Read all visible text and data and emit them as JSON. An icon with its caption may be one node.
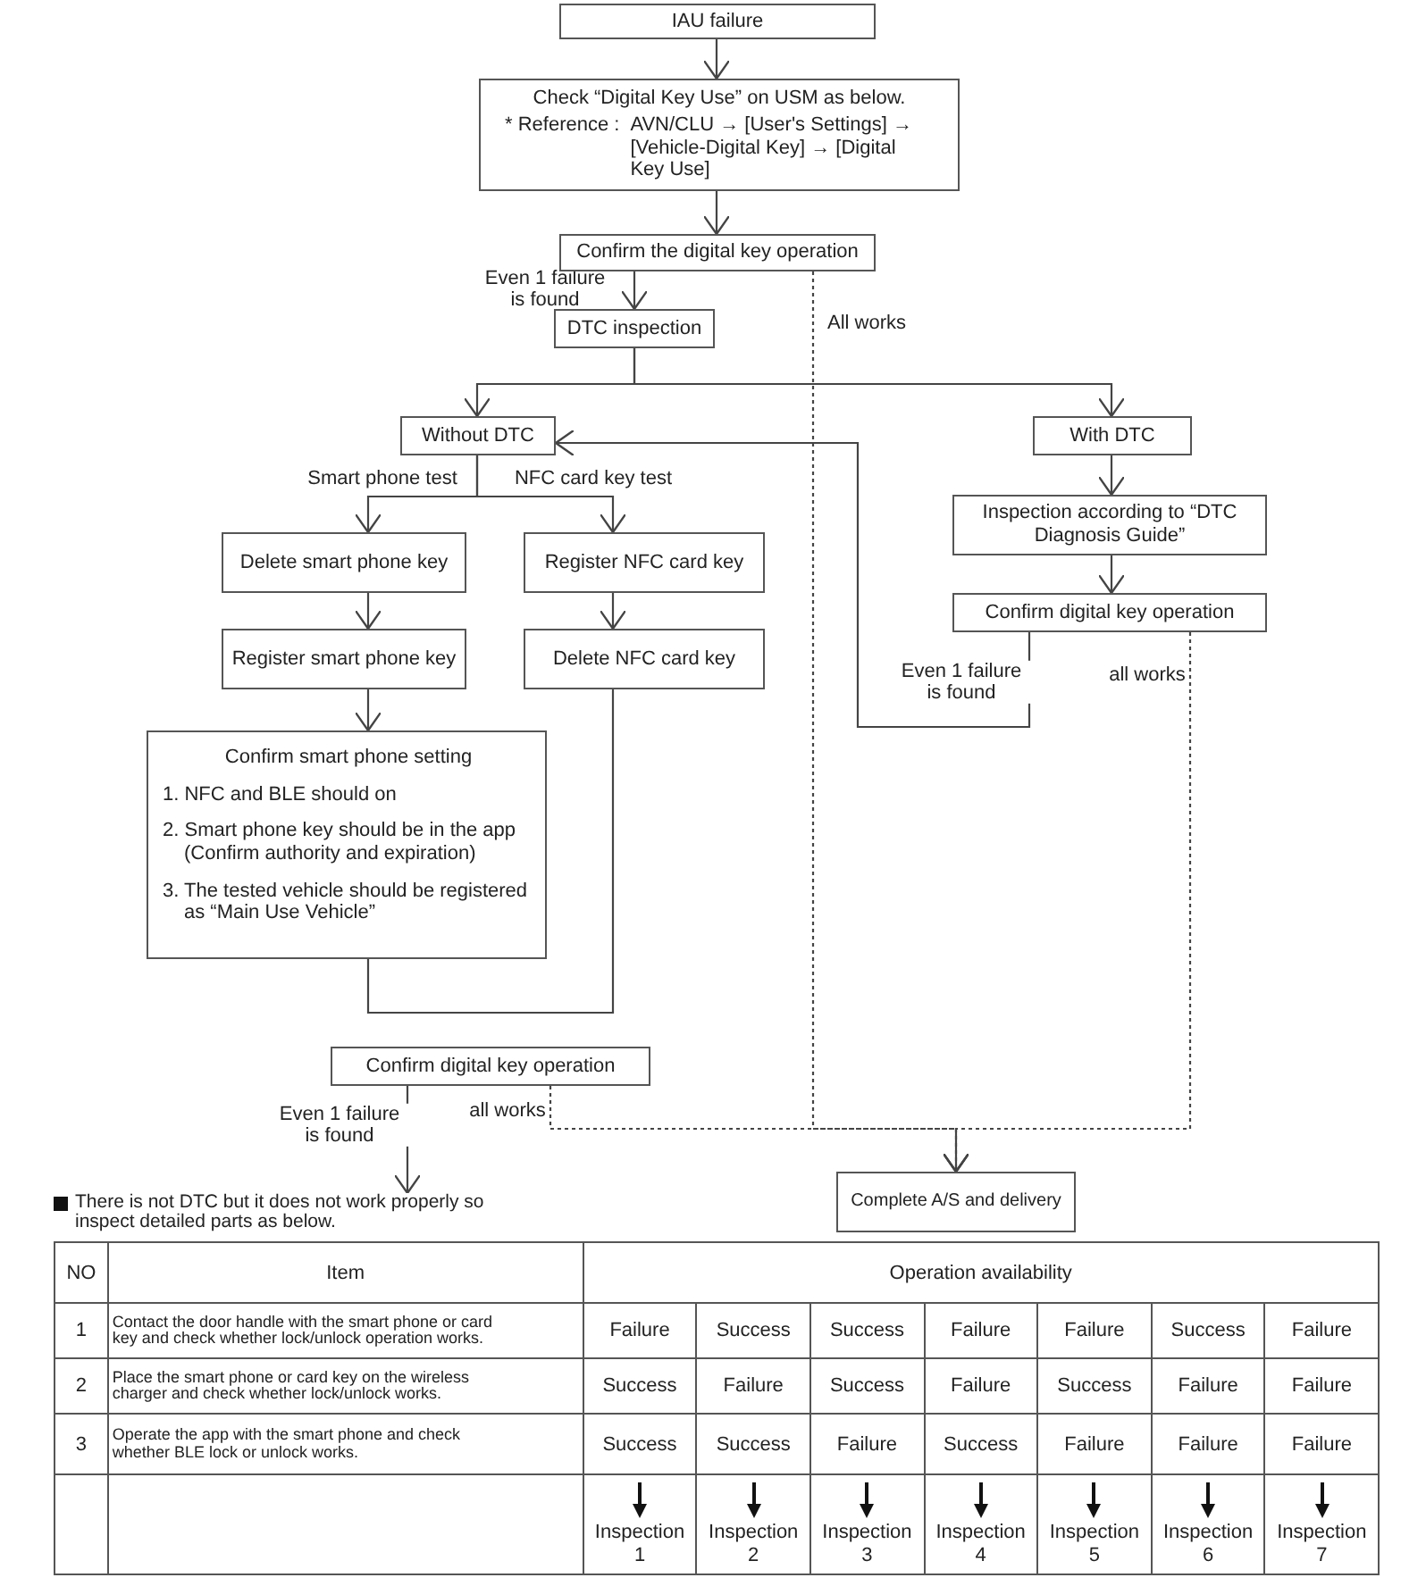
{
  "diagram": {
    "nodes": [
      {
        "text": [
          "IAU failure"
        ]
      },
      {
        "text": [
          "Check “Digital Key Use” on USM as below.",
          "* Reference :",
          "AVN/CLU → [User's Settings] → [Vehicle-Digital Key] → [Digital Key Use]"
        ]
      },
      {
        "text": [
          "Confirm the digital key operation"
        ]
      },
      {
        "text": [
          "DTC inspection"
        ]
      },
      {
        "text": [
          "Without DTC"
        ]
      },
      {
        "text": [
          "With DTC"
        ]
      },
      {
        "text": [
          "Delete smart phone key"
        ]
      },
      {
        "text": [
          "Register NFC card key"
        ]
      },
      {
        "text": [
          "Inspection according to “DTC Diagnosis Guide”"
        ]
      },
      {
        "text": [
          "Confirm digital key operation"
        ]
      },
      {
        "text": [
          "Register smart phone key"
        ]
      },
      {
        "text": [
          "Delete NFC card key"
        ]
      },
      {
        "text": [
          "Confirm smart phone setting",
          "1. NFC and BLE should on",
          "2. Smart phone key should be in the app (Confirm authority and expiration)",
          "3. The tested vehicle should be registered as “Main Use Vehicle”"
        ]
      },
      {
        "text": [
          "Confirm digital key operation"
        ]
      },
      {
        "text": [
          "There is not DTC but it does not work properly so inspect detailed parts as below."
        ]
      },
      {
        "text": [
          "Complete A/S and delivery"
        ]
      }
    ],
    "edges": [
      {
        "from": 0,
        "to": 1,
        "arrow": "to"
      },
      {
        "from": 1,
        "to": 2,
        "arrow": "to"
      },
      {
        "from": 2,
        "to": 3,
        "arrow": "to",
        "label": "Even 1 failure is found"
      },
      {
        "from": 2,
        "to": 15,
        "arrow": "to",
        "label": "All works",
        "style": "dashed"
      },
      {
        "from": 3,
        "to": 4,
        "arrow": "to"
      },
      {
        "from": 3,
        "to": 5,
        "arrow": "to"
      },
      {
        "from": 4,
        "to": 6,
        "arrow": "to",
        "label": "Smart phone test"
      },
      {
        "from": 4,
        "to": 7,
        "arrow": "to",
        "label": "NFC card key test"
      },
      {
        "from": 5,
        "to": 8,
        "arrow": "to"
      },
      {
        "from": 8,
        "to": 9,
        "arrow": "to"
      },
      {
        "from": 9,
        "to": 4,
        "arrow": "to",
        "label": "Even 1 failure is found"
      },
      {
        "from": 6,
        "to": 10,
        "arrow": "to"
      },
      {
        "from": 7,
        "to": 11,
        "arrow": "to"
      },
      {
        "from": 10,
        "to": 12,
        "arrow": "to"
      },
      {
        "from": 12,
        "to": 11,
        "arrow": "none"
      },
      {
        "from": 13,
        "to": 14,
        "arrow": "to",
        "label": "Even 1 failure is found"
      },
      {
        "from": 13,
        "to": 15,
        "arrow": "to",
        "label": "all works",
        "style": "dashed"
      },
      {
        "from": 9,
        "to": 15,
        "arrow": "to",
        "label": "all works",
        "style": "dashed"
      }
    ],
    "labels": [
      "NO",
      "Item",
      "Operation availability",
      "1",
      "Contact the door handle with the smart phone or card key and check whether lock/unlock operation works.",
      "Failure",
      "Success",
      "Success",
      "Failure",
      "Failure",
      "Success",
      "Failure",
      "2",
      "Place the smart phone or card key on the wireless charger and check whether lock/unlock works.",
      "Success",
      "Failure",
      "Success",
      "Failure",
      "Success",
      "Failure",
      "Failure",
      "3",
      "Operate the app with the smart phone and check whether BLE lock or unlock works.",
      "Success",
      "Success",
      "Failure",
      "Success",
      "Failure",
      "Failure",
      "Failure",
      "Inspection 1",
      "Inspection 2",
      "Inspection 3",
      "Inspection 4",
      "Inspection 5",
      "Inspection 6",
      "Inspection 7"
    ]
  }
}
